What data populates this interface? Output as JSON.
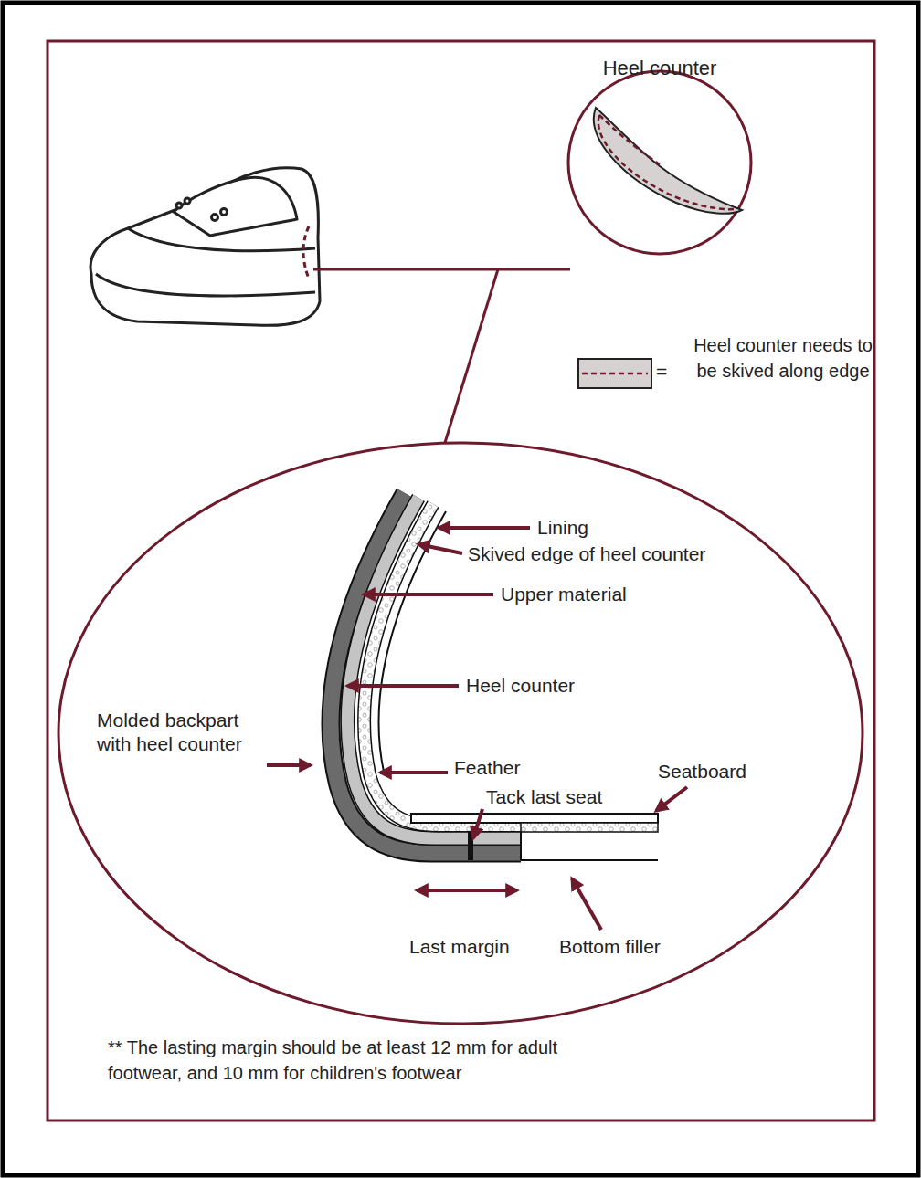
{
  "diagram": {
    "labels": [
      "Heel counter",
      "Lining",
      "Skived edge of heel counter",
      "Upper material",
      "Heel counter",
      "Molded backpart with heel counter",
      "Feather",
      "Seatboard",
      "Tack last seat",
      "Last margin",
      "Bottom filler",
      "=",
      "** The lasting margin should be at least 12 mm for adult footwear, and 10 mm for children's footwear"
    ],
    "legend": [
      {
        "text": "Heel counter needs to be skived along edge"
      }
    ]
  }
}
